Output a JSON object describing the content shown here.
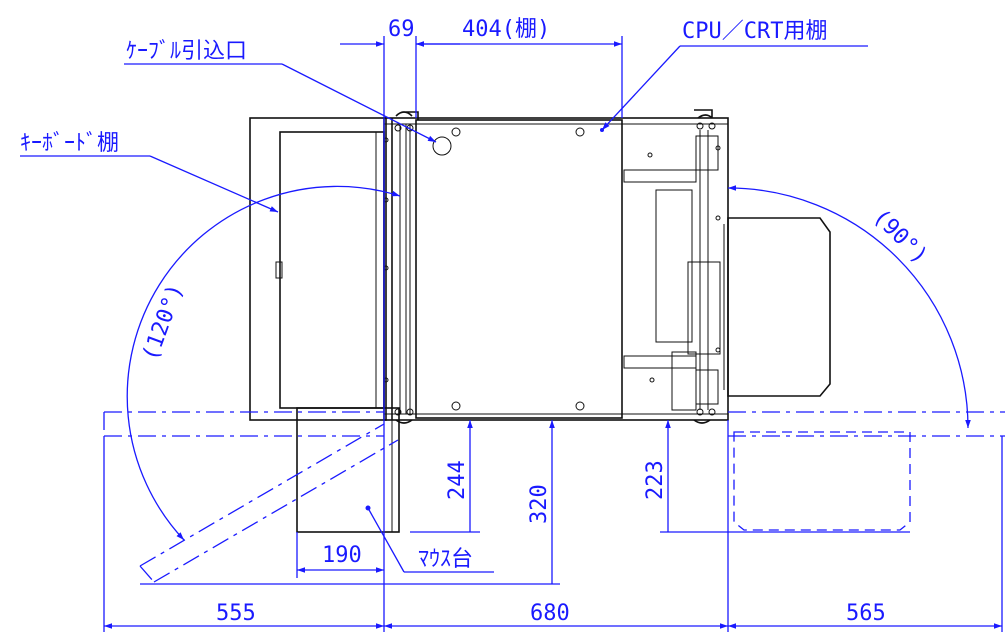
{
  "labels": {
    "cable_inlet": "ｹｰﾌﾞﾙ引込口",
    "keyboard_shelf": "ｷｰﾎﾞｰﾄﾞ棚",
    "cpu_crt_shelf": "CPU／CRT用棚",
    "mouse_stand": "ﾏｳｽ台"
  },
  "dimensions": {
    "d69": "69",
    "d404": "404(棚)",
    "d244": "244",
    "d320": "320",
    "d223": "223",
    "d190": "190",
    "d555": "555",
    "d680": "680",
    "d565": "565"
  },
  "angles": {
    "a120": "(120°)",
    "a90": "(90°)"
  },
  "colors": {
    "annotation": "#1a1aff",
    "outline": "#111111"
  }
}
